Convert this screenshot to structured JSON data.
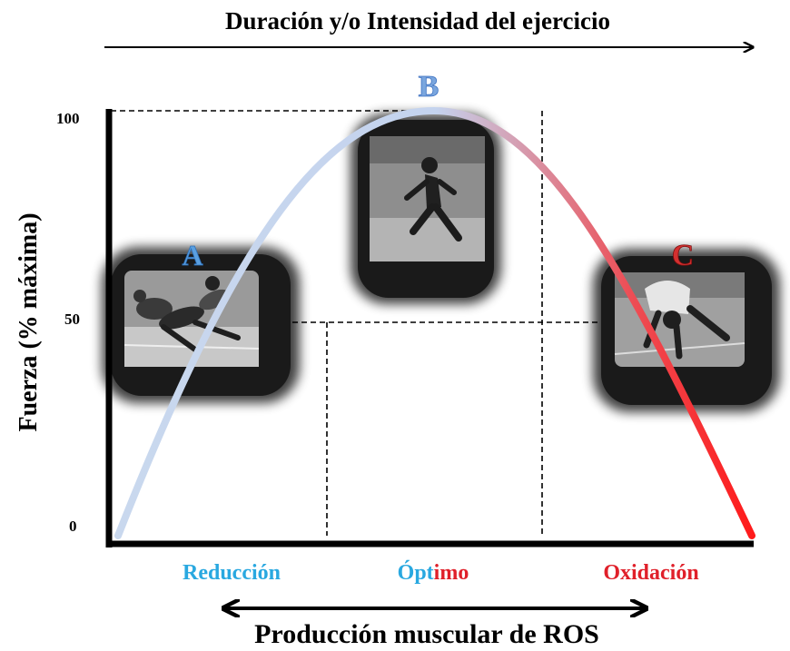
{
  "top_label": "Duración y/o Intensidad del ejercicio",
  "y_axis_label": "Fuerza (% máxima)",
  "y_ticks": [
    "100",
    "50",
    "0"
  ],
  "phase_letters": {
    "a": "A",
    "b": "B",
    "c": "C"
  },
  "zones": {
    "reduction": "Reducción",
    "optimal_part1": "Ópt",
    "optimal_part2": "imo",
    "oxidation": "Oxidación"
  },
  "bottom_label": "Producción muscular de ROS",
  "colors": {
    "curve_start": "#c9d8ee",
    "curve_end": "#ff1a1a",
    "reduction": "#29a8e0",
    "optimal_blue": "#29a8e0",
    "optimal_red": "#e0202a",
    "oxidation": "#e0202a",
    "letter_a": "#5a9fe0",
    "letter_b": "#7aa6de",
    "letter_c": "#c72828"
  },
  "photo_frames": [
    {
      "name": "athletes-starting-blocks-photo"
    },
    {
      "name": "sprinter-running-photo"
    },
    {
      "name": "exhausted-runner-photo"
    }
  ]
}
